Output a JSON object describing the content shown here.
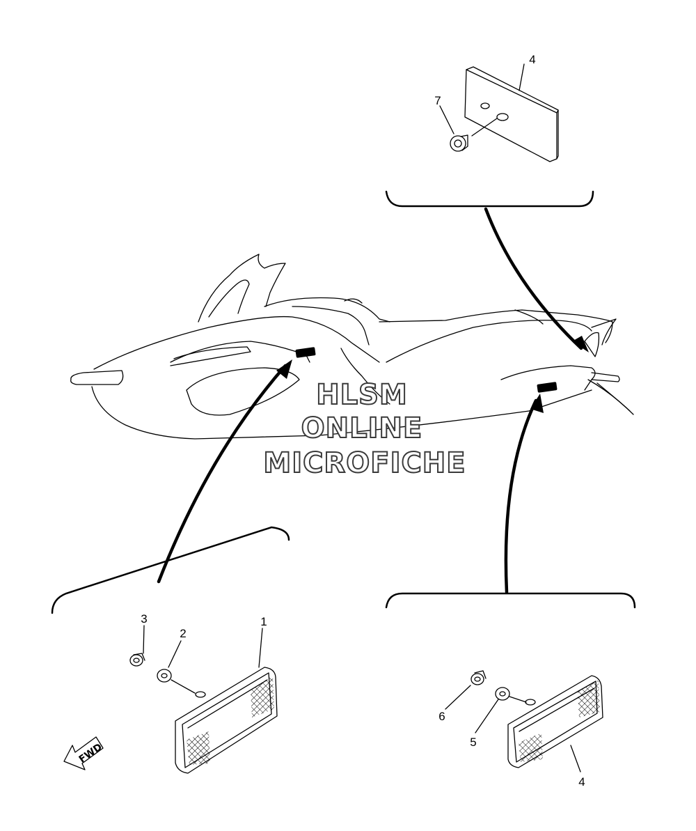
{
  "watermark": {
    "line1": "HLSM",
    "line2": "ONLINE",
    "line3": "MICROFICHE"
  },
  "fwd_label": "FWD",
  "callouts": {
    "c1": "1",
    "c2": "2",
    "c3": "3",
    "c4_top": "4",
    "c4_bottom": "4",
    "c5": "5",
    "c6": "6",
    "c7": "7"
  },
  "colors": {
    "line": "#000000",
    "background": "#ffffff",
    "reflector_hatch": "#000000"
  }
}
